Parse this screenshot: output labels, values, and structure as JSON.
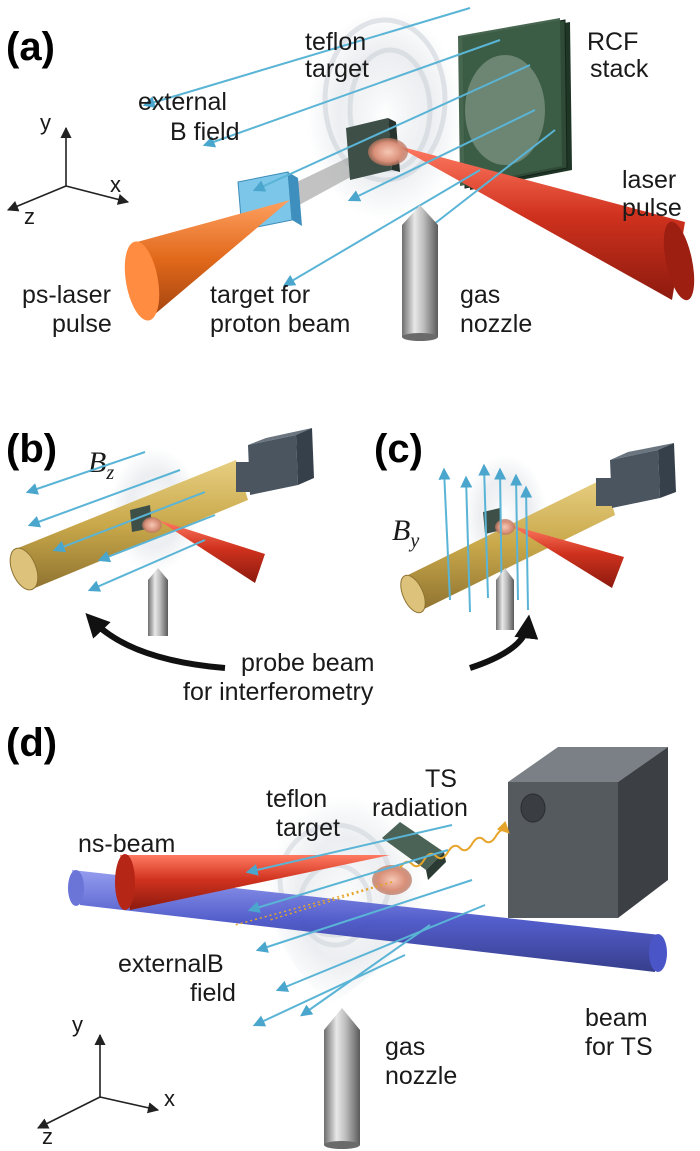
{
  "panels": {
    "a": "(a)",
    "b": "(b)",
    "c": "(c)",
    "d": "(d)"
  },
  "a": {
    "teflon_1": "teflon",
    "teflon_2": "target",
    "rcf_1": "RCF",
    "rcf_2": "stack",
    "ext_1": "external",
    "ext_2": "B field",
    "laser_1": "laser",
    "laser_2": "pulse",
    "ps_1": "ps-laser",
    "ps_2": "pulse",
    "tgt_1": "target for",
    "tgt_2": "proton beam",
    "gas_1": "gas",
    "gas_2": "nozzle",
    "axes": {
      "x": "x",
      "y": "y",
      "z": "z"
    }
  },
  "bc": {
    "bz_main": "B",
    "bz_sub": "z",
    "by_main": "B",
    "by_sub": "y",
    "probe_1": "probe beam",
    "probe_2": "for interferometry"
  },
  "d": {
    "ts_1": "TS",
    "ts_2": "radiation",
    "teflon_1": "teflon",
    "teflon_2": "target",
    "ns": "ns-beam",
    "ext_1": "externalB",
    "ext_2": "field",
    "beam_1": "beam",
    "beam_2": "for TS",
    "gas_1": "gas",
    "gas_2": "nozzle",
    "axes": {
      "x": "x",
      "y": "y",
      "z": "z"
    }
  },
  "colors": {
    "laser_red": "#d0321e",
    "ps_orange": "#e0681a",
    "probe_yellow": "#c9a84a",
    "ns_blue": "#4a55c8",
    "field_cyan": "#5ab4d6",
    "rcf_green": "#2f4a36",
    "camera_gray": "#4a5560",
    "detector_gray": "#555a5e",
    "target_blue": "#7cc6ea"
  }
}
